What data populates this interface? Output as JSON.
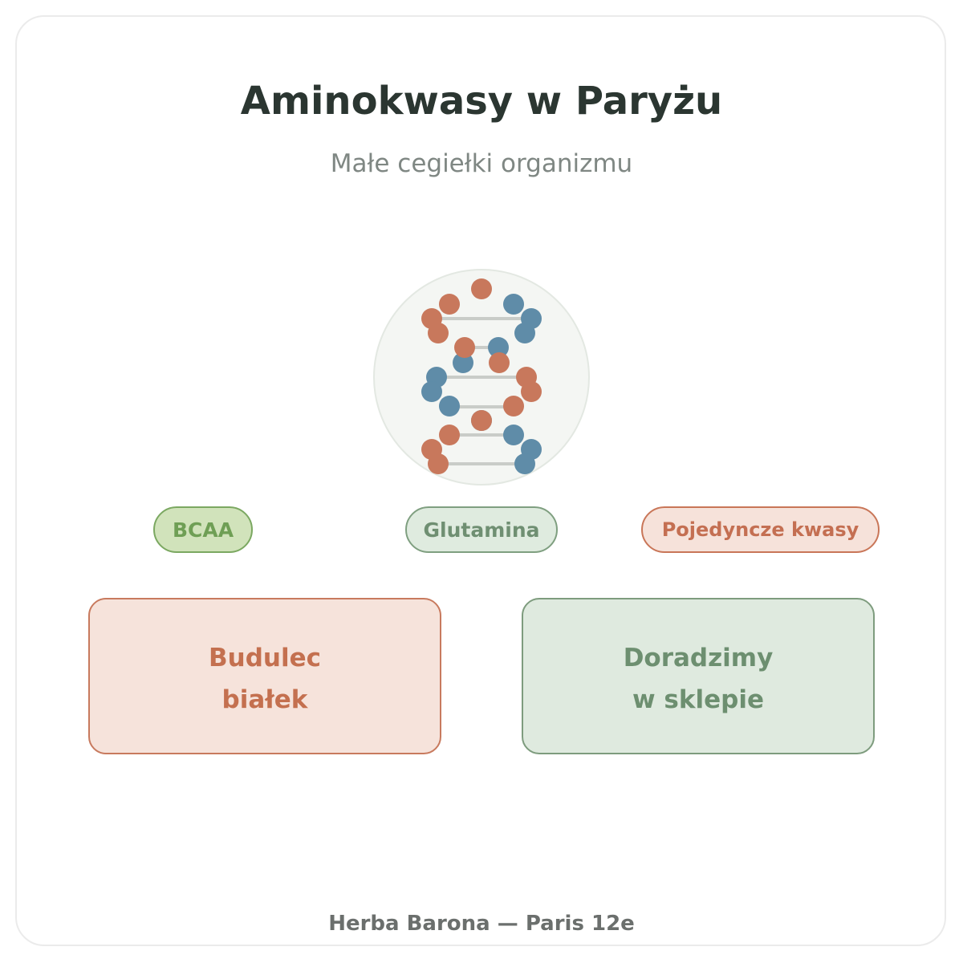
{
  "header": {
    "title": "Aminokwasy w Paryżu",
    "subtitle": "Małe cegiełki organizmu"
  },
  "illustration": {
    "icon": "dna-helix-icon",
    "colors": {
      "strand_a": "#c8785c",
      "strand_b": "#5f8ca8",
      "rung": "#c9ccc8",
      "circle_bg": "#f4f6f3",
      "circle_border": "#e3e8e2"
    }
  },
  "pills": [
    {
      "label": "BCAA"
    },
    {
      "label": "Glutamina"
    },
    {
      "label": "Pojedyncze kwasy"
    }
  ],
  "boxes": [
    {
      "line1": "Budulec",
      "line2": "białek"
    },
    {
      "line1": "Doradzimy",
      "line2": "w sklepie"
    }
  ],
  "footer": {
    "text": "Herba Barona — Paris 12e"
  }
}
